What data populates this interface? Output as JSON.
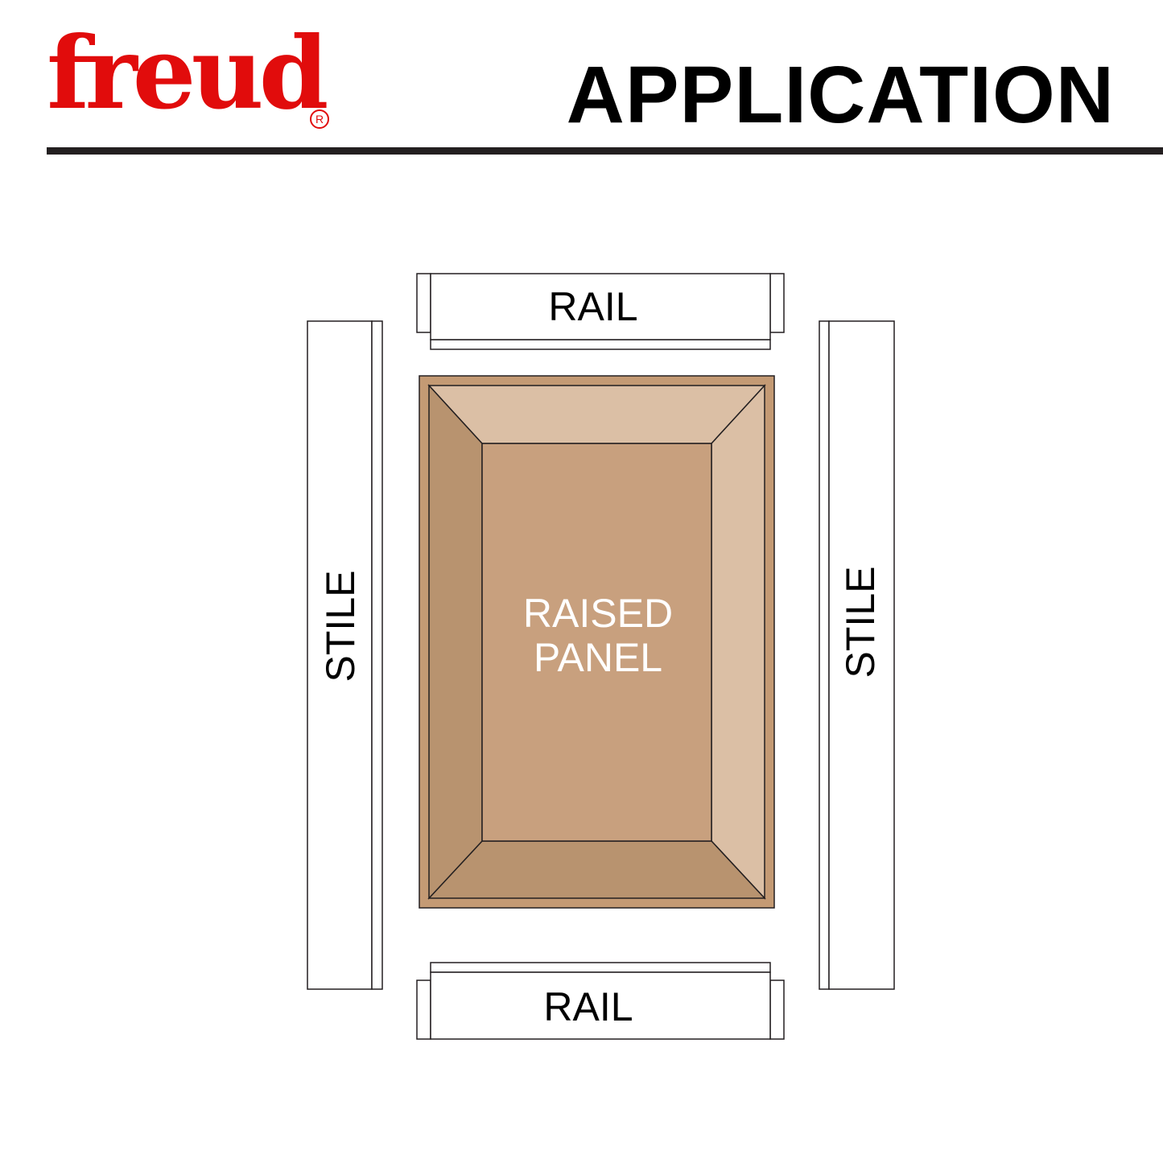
{
  "brand": {
    "logo_text": "freud",
    "registered_mark": "R"
  },
  "header": {
    "title": "APPLICATION"
  },
  "colors": {
    "brand_red": "#e10c0c",
    "panel_outer": "#c49a74",
    "panel_field": "#c8a07e",
    "bevel_light": "#dbbfa5",
    "bevel_dark": "#b8936f"
  },
  "diagram": {
    "rail_top_label": "RAIL",
    "rail_bottom_label": "RAIL",
    "stile_left_label": "STILE",
    "stile_right_label": "STILE",
    "panel_label_line1": "RAISED",
    "panel_label_line2": "PANEL"
  }
}
